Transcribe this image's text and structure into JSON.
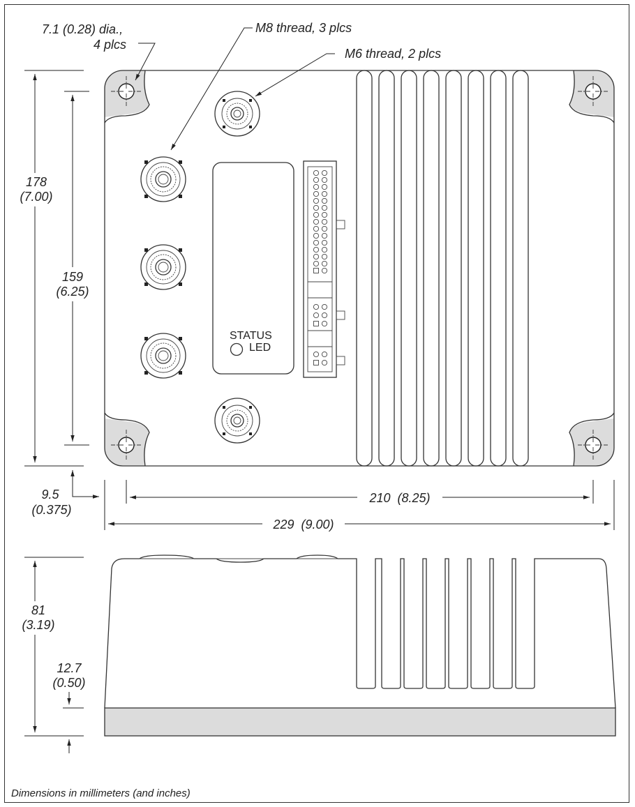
{
  "callouts": {
    "mount_holes": [
      "7.1 (0.28) dia.,",
      "4 plcs"
    ],
    "m8_thread": "M8 thread, 3 plcs",
    "m6_thread": "M6 thread, 2 plcs"
  },
  "dimensions": {
    "overall_height": [
      "178",
      "(7.00)"
    ],
    "hole_spacing_vertical": [
      "159",
      "(6.25)"
    ],
    "hole_offset": [
      "9.5",
      "(0.375)"
    ],
    "hole_spacing_horizontal": "210  (8.25)",
    "overall_width": "229  (9.00)",
    "overall_depth": [
      "81",
      "(3.19)"
    ],
    "base_plate": [
      "12.7",
      "(0.50)"
    ]
  },
  "status_led": [
    "STATUS",
    "LED"
  ],
  "footnote": "Dimensions in millimeters (and inches)"
}
